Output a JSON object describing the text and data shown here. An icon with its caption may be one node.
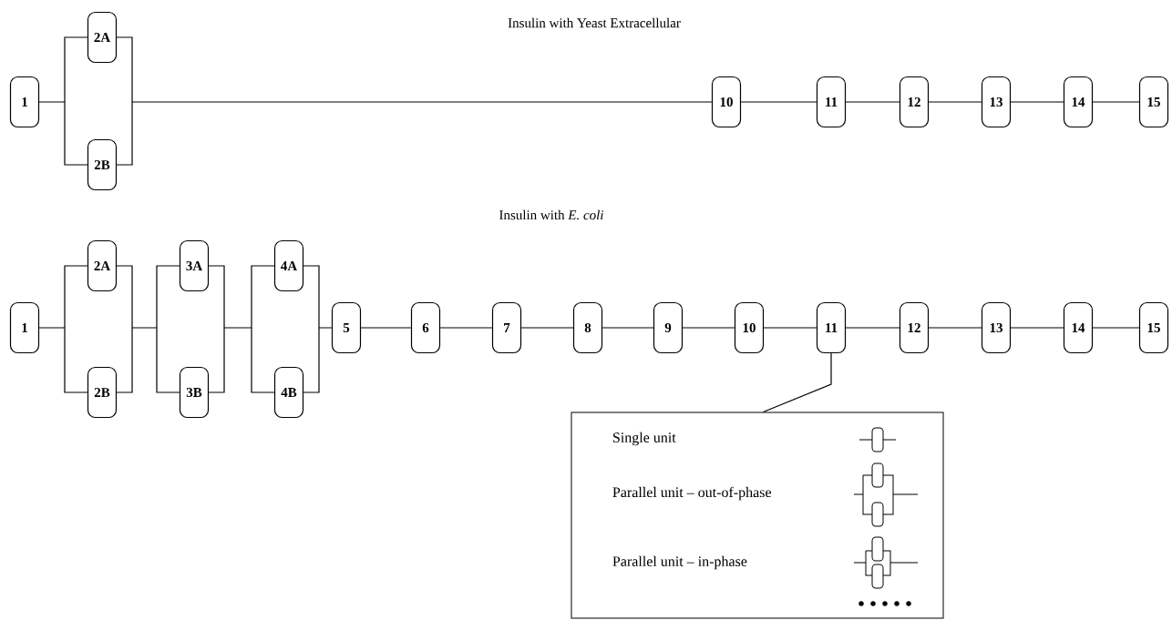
{
  "diagram": {
    "nodes": [
      {
        "text": [
          "1"
        ]
      },
      {
        "text": [
          "2A"
        ]
      },
      {
        "text": [
          "2B"
        ]
      },
      {
        "text": [
          "10"
        ]
      },
      {
        "text": [
          "11"
        ]
      },
      {
        "text": [
          "12"
        ]
      },
      {
        "text": [
          "13"
        ]
      },
      {
        "text": [
          "14"
        ]
      },
      {
        "text": [
          "15"
        ]
      },
      {
        "text": [
          "1"
        ]
      },
      {
        "text": [
          "2A"
        ]
      },
      {
        "text": [
          "2B"
        ]
      },
      {
        "text": [
          "3A"
        ]
      },
      {
        "text": [
          "3B"
        ]
      },
      {
        "text": [
          "4A"
        ]
      },
      {
        "text": [
          "4B"
        ]
      },
      {
        "text": [
          "5"
        ]
      },
      {
        "text": [
          "6"
        ]
      },
      {
        "text": [
          "7"
        ]
      },
      {
        "text": [
          "8"
        ]
      },
      {
        "text": [
          "9"
        ]
      },
      {
        "text": [
          "10"
        ]
      },
      {
        "text": [
          "11"
        ]
      },
      {
        "text": [
          "12"
        ]
      },
      {
        "text": [
          "13"
        ]
      },
      {
        "text": [
          "14"
        ]
      },
      {
        "text": [
          "15"
        ]
      },
      {
        "text": [],
        "shape": "box"
      }
    ],
    "edges": [
      {
        "from": 0,
        "to": 1,
        "arrow": "none"
      },
      {
        "from": 0,
        "to": 2,
        "arrow": "none"
      },
      {
        "from": 1,
        "to": 3,
        "arrow": "none"
      },
      {
        "from": 2,
        "to": 3,
        "arrow": "none"
      },
      {
        "from": 3,
        "to": 4,
        "arrow": "none"
      },
      {
        "from": 4,
        "to": 5,
        "arrow": "none"
      },
      {
        "from": 5,
        "to": 6,
        "arrow": "none"
      },
      {
        "from": 6,
        "to": 7,
        "arrow": "none"
      },
      {
        "from": 7,
        "to": 8,
        "arrow": "none"
      },
      {
        "from": 9,
        "to": 10,
        "arrow": "none"
      },
      {
        "from": 9,
        "to": 11,
        "arrow": "none"
      },
      {
        "from": 10,
        "to": 12,
        "arrow": "none"
      },
      {
        "from": 10,
        "to": 13,
        "arrow": "none"
      },
      {
        "from": 11,
        "to": 12,
        "arrow": "none"
      },
      {
        "from": 11,
        "to": 13,
        "arrow": "none"
      },
      {
        "from": 12,
        "to": 14,
        "arrow": "none"
      },
      {
        "from": 12,
        "to": 15,
        "arrow": "none"
      },
      {
        "from": 13,
        "to": 14,
        "arrow": "none"
      },
      {
        "from": 13,
        "to": 15,
        "arrow": "none"
      },
      {
        "from": 14,
        "to": 16,
        "arrow": "none"
      },
      {
        "from": 15,
        "to": 16,
        "arrow": "none"
      },
      {
        "from": 16,
        "to": 17,
        "arrow": "none"
      },
      {
        "from": 17,
        "to": 18,
        "arrow": "none"
      },
      {
        "from": 18,
        "to": 19,
        "arrow": "none"
      },
      {
        "from": 19,
        "to": 20,
        "arrow": "none"
      },
      {
        "from": 20,
        "to": 21,
        "arrow": "none"
      },
      {
        "from": 21,
        "to": 22,
        "arrow": "none"
      },
      {
        "from": 22,
        "to": 23,
        "arrow": "none"
      },
      {
        "from": 23,
        "to": 24,
        "arrow": "none"
      },
      {
        "from": 24,
        "to": 25,
        "arrow": "none"
      },
      {
        "from": 25,
        "to": 26,
        "arrow": "none"
      },
      {
        "from": 22,
        "to": 27,
        "arrow": "none"
      }
    ],
    "labels": [
      "Insulin with Yeast Extracellular",
      "Insulin with *E. coli*"
    ],
    "legend": [
      {
        "text": "Single unit"
      },
      {
        "text": "Parallel unit – out-of-phase"
      },
      {
        "text": "Parallel unit – in-phase"
      }
    ]
  }
}
